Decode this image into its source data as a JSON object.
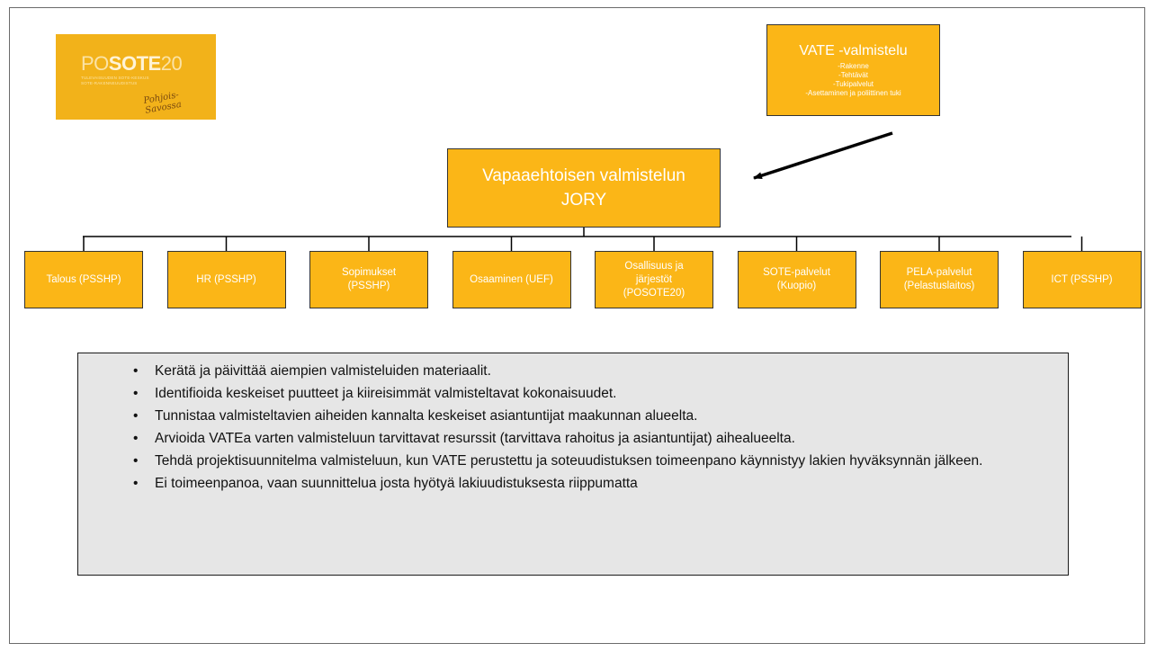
{
  "logo": {
    "brand_light": "PO",
    "brand_bold": "SOTE",
    "brand_end": "20",
    "tagline_lines": [
      "TULEVAISUUDEN SOTE-KESKUS",
      "SOTE-RAKENNEUUDISTUS"
    ],
    "script": "Pohjois-Savossa"
  },
  "vate": {
    "title": "VATE -valmistelu",
    "items": [
      "-Rakenne",
      "-Tehtävät",
      "-Tukipalvelut",
      "-Asettaminen ja poliittinen tuki"
    ]
  },
  "jory": {
    "line1": "Vapaaehtoisen valmistelun",
    "line2": "JORY"
  },
  "departments": [
    {
      "lines": [
        "Talous (PSSHP)"
      ]
    },
    {
      "lines": [
        "HR (PSSHP)"
      ]
    },
    {
      "lines": [
        "Sopimukset",
        "(PSSHP)"
      ]
    },
    {
      "lines": [
        "Osaaminen (UEF)"
      ]
    },
    {
      "lines": [
        "Osallisuus ja",
        "järjestöt",
        "(POSOTE20)"
      ]
    },
    {
      "lines": [
        "SOTE-palvelut",
        "(Kuopio)"
      ]
    },
    {
      "lines": [
        "PELA-palvelut",
        "(Pelastuslaitos)"
      ]
    },
    {
      "lines": [
        "ICT (PSSHP)"
      ]
    }
  ],
  "tasks": {
    "bullet": "•",
    "items": [
      "Kerätä ja päivittää aiempien valmisteluiden materiaalit.",
      "Identifioida keskeiset puutteet ja kiireisimmät valmisteltavat kokonaisuudet.",
      "Tunnistaa valmisteltavien aiheiden kannalta keskeiset asiantuntijat maakunnan alueelta.",
      "Arvioida VATEa varten valmisteluun tarvittavat resurssit (tarvittava rahoitus ja asiantuntijat) aihealueelta.",
      "Tehdä projektisuunnitelma valmisteluun, kun VATE perustettu ja soteuudistuksen toimeenpano käynnistyy lakien hyväksynnän jälkeen.",
      "Ei toimeenpanoa, vaan suunnittelua josta hyötyä lakiuudistuksesta riippumatta"
    ]
  },
  "colors": {
    "box_fill": "#fbb617",
    "logo_fill": "#f2b21a",
    "panel_fill": "#e6e6e6"
  }
}
